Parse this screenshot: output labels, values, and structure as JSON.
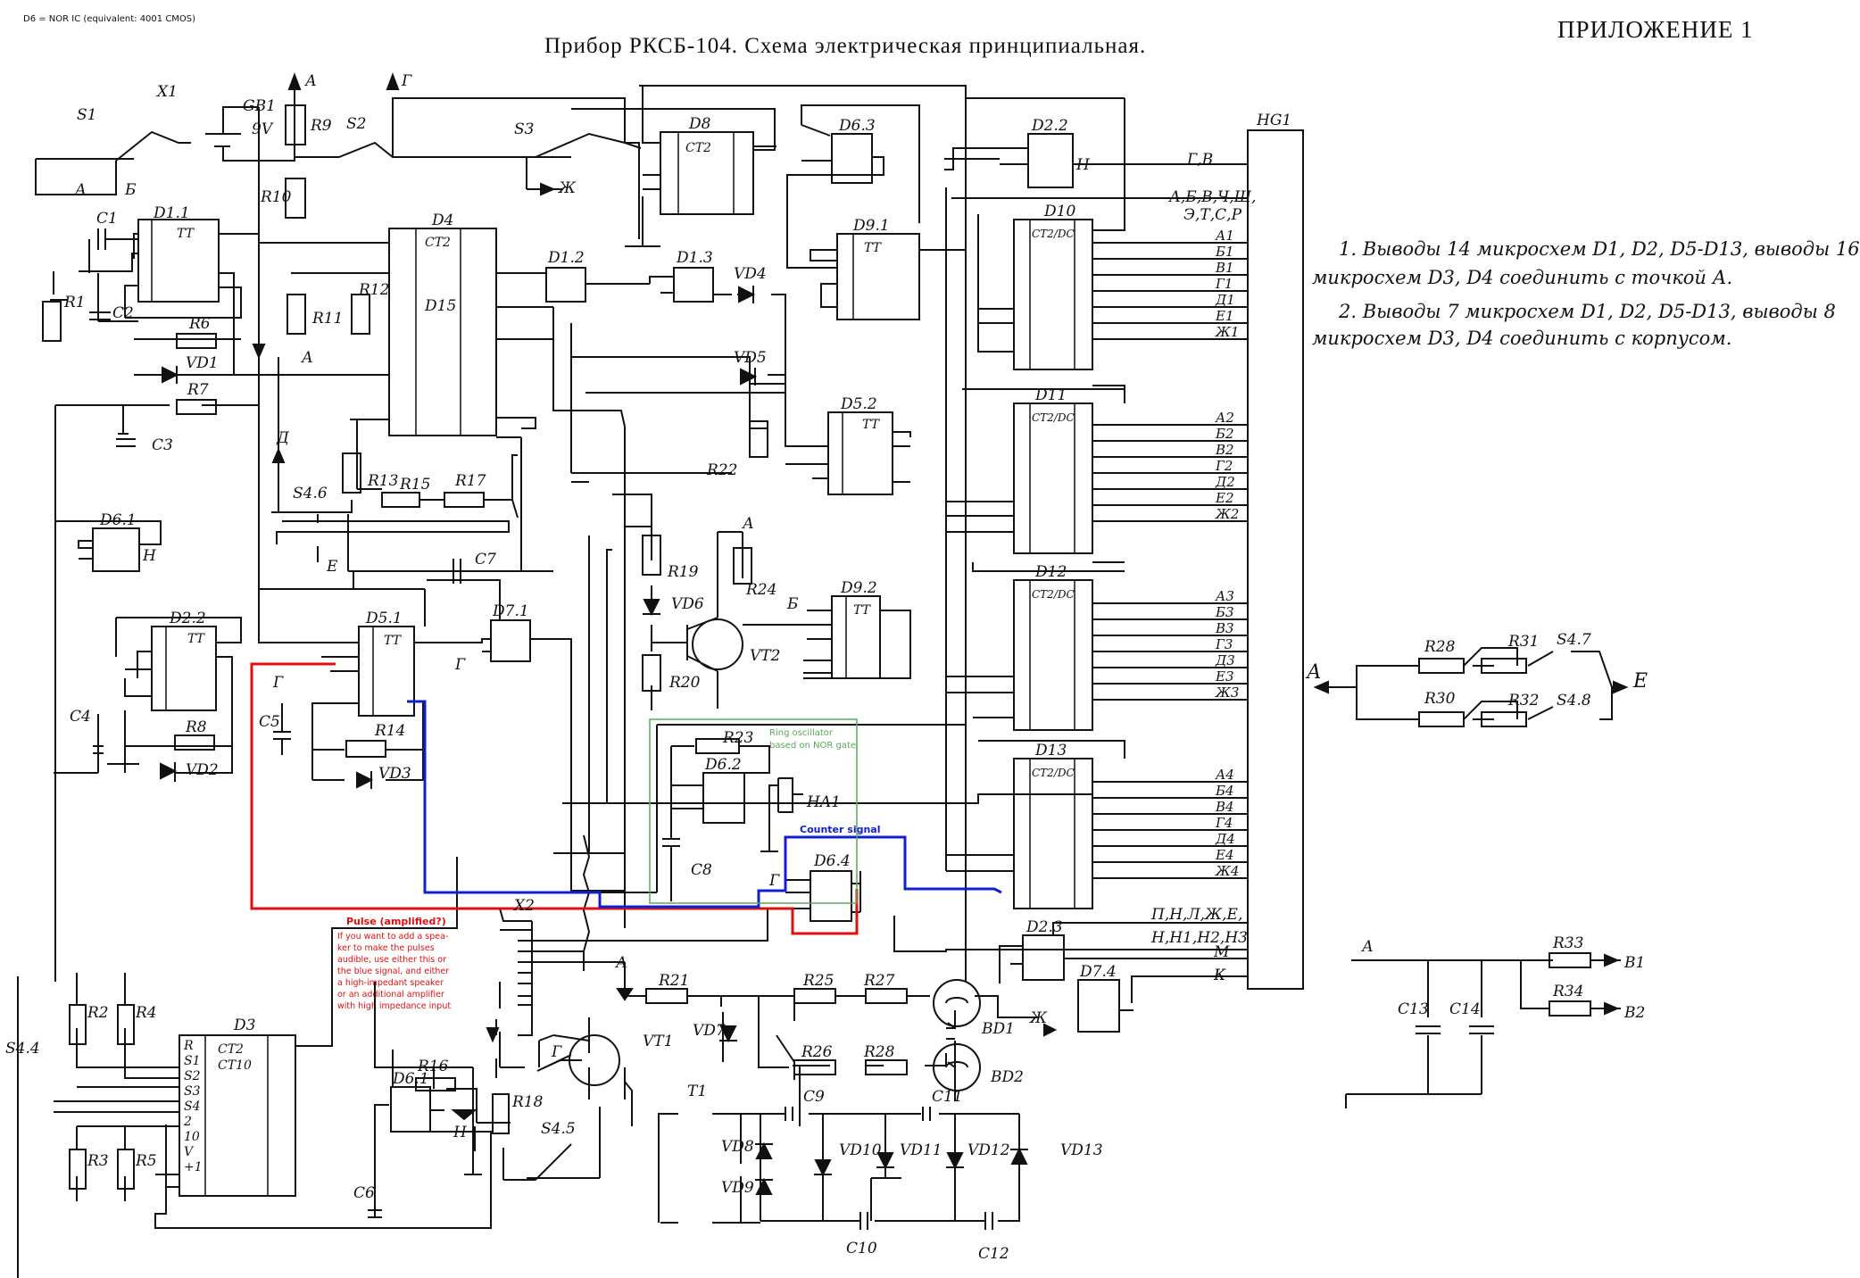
{
  "header": {
    "legend": "D6 = NOR IC    (equivalent: 4001 CMOS)",
    "title": "Прибор РКСБ-104. Схема электрическая принципиальная.",
    "appendix": "ПРИЛОЖЕНИЕ 1"
  },
  "notes": {
    "line1": "1. Выводы 14 микросхем D1, D2, D5-D13, выводы 16",
    "line2": "микросхем D3, D4 соединить с точкой А.",
    "line3": "2. Выводы 7 микросхем D1, D2, D5-D13, выводы 8",
    "line4": "микросхем D3, D4 соединить с корпусом."
  },
  "annotations": {
    "ring_title": "Ring oscillator",
    "ring_sub": "based on NOR gate",
    "counter": "Counter signal",
    "pulse_title": "Pulse (amplified?)",
    "pulse_lines": [
      "If you want to add a spea-",
      "ker to make the pulses",
      "audible, use either this or",
      "the blue signal, and either",
      "a high-impedant speaker",
      "or an additional amplifier",
      "with high impedance input"
    ]
  },
  "colors": {
    "ink": "#111111",
    "red": "#e01010",
    "blue": "#1020d0",
    "green": "#5aa85a"
  },
  "chips": {
    "D1_1": "D1.1",
    "D4": "D4",
    "D4_ct": "CT2",
    "D15": "D15",
    "D3": "D3",
    "D3_ct": "CT2",
    "D3_ct2": "CT10",
    "D8": "D8",
    "D8_ct": "CT2",
    "D6_3": "D6.3",
    "D9_1": "D9.1",
    "D2_2": "D2.2",
    "D10": "D10",
    "D11": "D11",
    "D12": "D12",
    "D13": "D13",
    "ct_oc": "CT2/DC",
    "D5_2": "D5.2",
    "D1_2": "D1.2",
    "D1_3": "D1.3",
    "D6_1": "D6.1",
    "D2_2b": "D2.2",
    "D5_1": "D5.1",
    "D7_1": "D7.1",
    "D9_2": "D9.2",
    "D6_2": "D6.2",
    "D6_4": "D6.4",
    "D2_3": "D2.3",
    "D7_4": "D7.4",
    "D6_1b": "D6.1",
    "HG1": "HG1",
    "tt": "TT"
  },
  "components": {
    "S1": "S1",
    "X1": "X1",
    "GB1": "GB1",
    "GB1v": "9V",
    "R9": "R9",
    "S2": "S2",
    "S3": "S3",
    "R10": "R10",
    "C1": "C1",
    "R1": "R1",
    "C2": "C2",
    "R6": "R6",
    "VD1": "VD1",
    "R7": "R7",
    "C3": "C3",
    "R11": "R11",
    "R12": "R12",
    "R13": "R13",
    "R15": "R15",
    "R17": "R17",
    "S4_6": "S4.6",
    "C7": "C7",
    "R19": "R19",
    "VD6": "VD6",
    "R24": "R24",
    "VT2": "VT2",
    "R20": "R20",
    "VD4": "VD4",
    "VD5": "VD5",
    "R22": "R22",
    "R23": "R23",
    "HA1": "HA1",
    "C8": "C8",
    "C4": "C4",
    "R8": "R8",
    "VD2": "VD2",
    "C5": "C5",
    "R14": "R14",
    "VD3": "VD3",
    "X2": "X2",
    "R21": "R21",
    "VT1": "VT1",
    "VD7": "VD7",
    "R25": "R25",
    "R27": "R27",
    "R26": "R26",
    "R28b": "R28",
    "BD1": "BD1",
    "BD2": "BD2",
    "R2": "R2",
    "R4": "R4",
    "R3": "R3",
    "R5": "R5",
    "S4_4": "S4.4",
    "R16": "R16",
    "R18": "R18",
    "C6": "C6",
    "S4_5": "S4.5",
    "T1": "T1",
    "C9": "C9",
    "C11": "C11",
    "VD8": "VD8",
    "VD9": "VD9",
    "VD10": "VD10",
    "VD11": "VD11",
    "VD12": "VD12",
    "VD13": "VD13",
    "C10": "C10",
    "C12": "C12",
    "R28": "R28",
    "R31": "R31",
    "S4_7": "S4.7",
    "R30": "R30",
    "R32": "R32",
    "S4_8": "S4.8",
    "R33": "R33",
    "R34": "R34",
    "C13": "C13",
    "C14": "C14",
    "B1": "B1",
    "B2": "B2"
  },
  "nodes": {
    "A": "А",
    "B": "Б",
    "G": "Г",
    "D": "Д",
    "E": "Е",
    "Zh": "Ж",
    "H": "Н",
    "K": "К"
  },
  "hg1_top": [
    "Г,В",
    "А,Б,В,Ч,Ш,",
    "Э,Т,С,Р"
  ],
  "hg1_groups": [
    [
      "А1",
      "Б1",
      "В1",
      "Г1",
      "Д1",
      "Е1",
      "Ж1"
    ],
    [
      "А2",
      "Б2",
      "В2",
      "Г2",
      "Д2",
      "Е2",
      "Ж2"
    ],
    [
      "А3",
      "Б3",
      "В3",
      "Г3",
      "Д3",
      "Е3",
      "Ж3"
    ],
    [
      "А4",
      "Б4",
      "В4",
      "Г4",
      "Д4",
      "Е4",
      "Ж4"
    ]
  ],
  "hg1_bottom": [
    "П,Н,Л,Ж,Е,",
    "Н,Н1,Н2,Н3",
    "М",
    "К"
  ],
  "d3_pins": [
    "R",
    "S1",
    "S2",
    "S3",
    "S4",
    "2",
    "10",
    "V",
    "+1"
  ]
}
